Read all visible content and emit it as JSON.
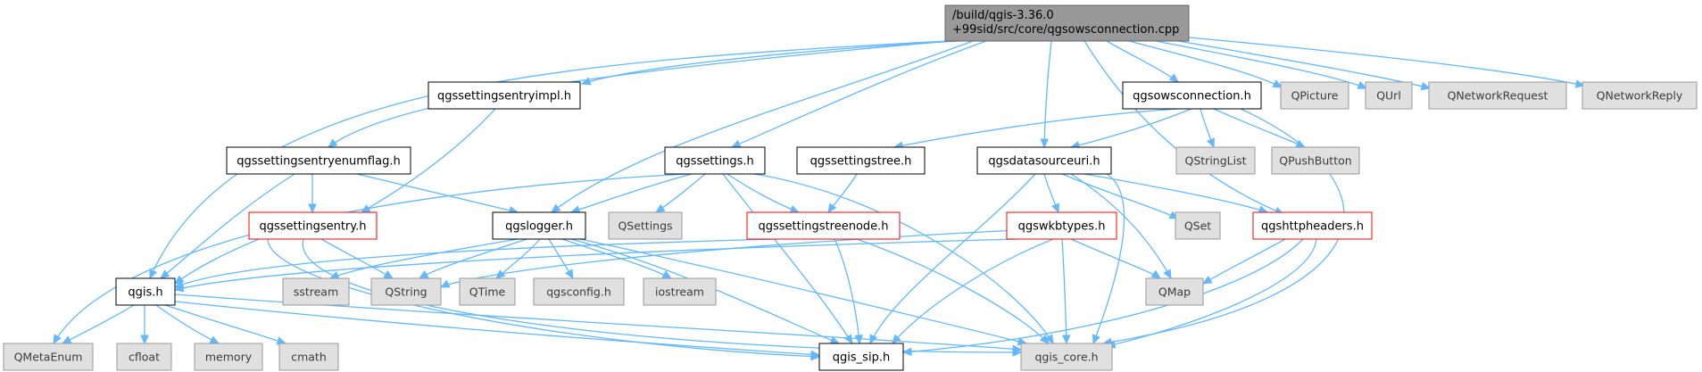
{
  "graph": {
    "root": {
      "line1": "/build/qgis-3.36.0",
      "line2": "+99sid/src/core/qgsowsconnection.cpp",
      "icon": "file-node"
    },
    "nodes": {
      "qgssettingsentryimpl": "qgssettingsentryimpl.h",
      "qgsowsconnection": "qgsowsconnection.h",
      "qpicture": "QPicture",
      "qurl": "QUrl",
      "qnetworkrequest": "QNetworkRequest",
      "qnetworkreply": "QNetworkReply",
      "qgssettingsentryenumflag": "qgssettingsentryenumflag.h",
      "qgssettings": "qgssettings.h",
      "qgssettingstree": "qgssettingstree.h",
      "qgsdatasourceuri": "qgsdatasourceuri.h",
      "qstringlist": "QStringList",
      "qpushbutton": "QPushButton",
      "qgssettingsentry": "qgssettingsentry.h",
      "qgslogger": "qgslogger.h",
      "qsettings": "QSettings",
      "qgssettingstreenode": "qgssettingstreenode.h",
      "qgswkbtypes": "qgswkbtypes.h",
      "qset": "QSet",
      "qgshttpheaders": "qgshttpheaders.h",
      "qgis": "qgis.h",
      "sstream": "sstream",
      "qstring": "QString",
      "qtime": "QTime",
      "qgsconfig": "qgsconfig.h",
      "iostream": "iostream",
      "qmap": "QMap",
      "qmetaenum": "QMetaEnum",
      "cfloat": "cfloat",
      "memory": "memory",
      "cmath": "cmath",
      "qgis_sip": "qgis_sip.h",
      "qgis_core": "qgis_core.h"
    },
    "colors": {
      "edge": "#63b8ff",
      "root_fill": "#999999",
      "external_fill": "#e0e0e0",
      "highlight_border": "#ff0000"
    }
  }
}
